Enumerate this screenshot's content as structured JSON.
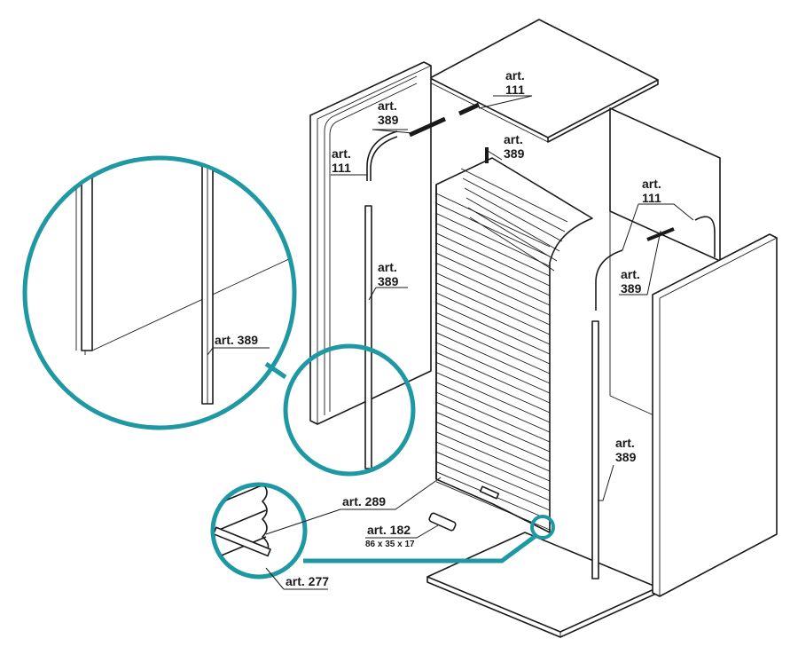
{
  "colors": {
    "line": "#1a1a1a",
    "callout": "#1e98a3",
    "background": "#ffffff"
  },
  "labels": {
    "top_art111": {
      "line1": "art.",
      "line2": "111"
    },
    "top_art389": {
      "line1": "art.",
      "line2": "389"
    },
    "top_right_art389": {
      "line1": "art.",
      "line2": "389"
    },
    "left_art111": {
      "line1": "art.",
      "line2": "111"
    },
    "left_art389": {
      "line1": "art.",
      "line2": "389"
    },
    "right_art111": {
      "line1": "art.",
      "line2": "111"
    },
    "right_top_art389": {
      "line1": "art.",
      "line2": "389"
    },
    "right_art389": {
      "line1": "art.",
      "line2": "389"
    },
    "zoom_art389": "art. 389",
    "art289": "art. 289",
    "art182": "art. 182",
    "art182_dims": "86 x 35 x 17",
    "art277": "art. 277"
  }
}
